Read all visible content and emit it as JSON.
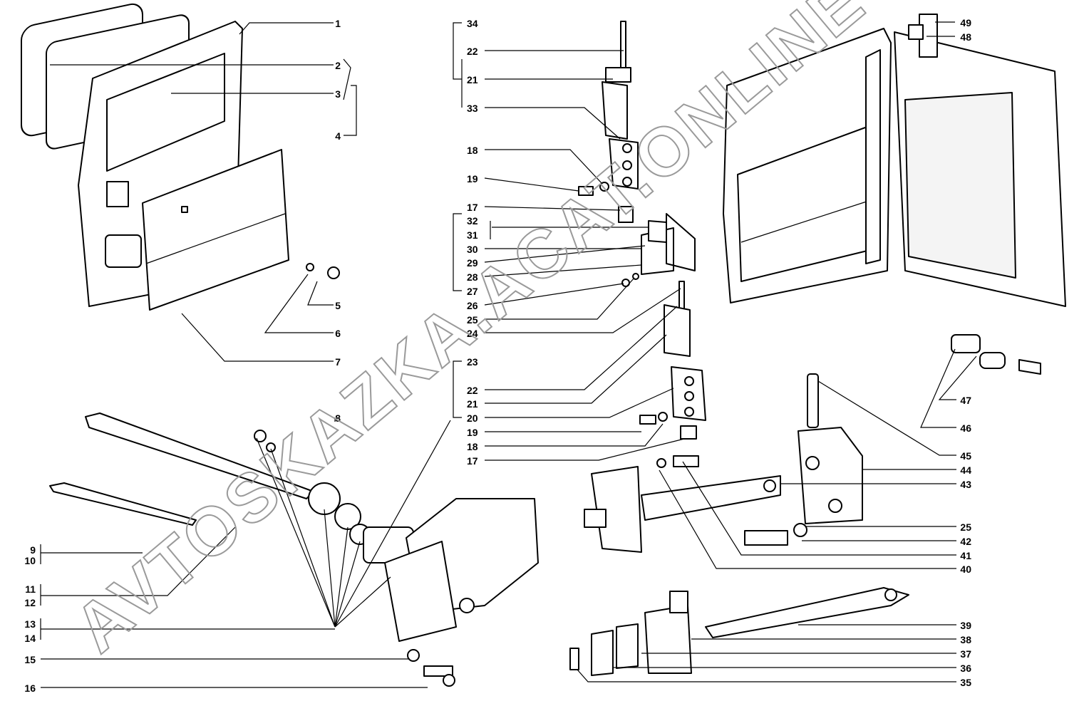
{
  "title": "Door, hinges, wiper motor and door check exploded view",
  "watermark": "AVTOSKAZKA.ACAT.ONLINE",
  "labels": [
    "1",
    "2",
    "3",
    "4",
    "5",
    "6",
    "7",
    "8",
    "9",
    "10",
    "11",
    "12",
    "13",
    "14",
    "15",
    "16",
    "34",
    "22",
    "21",
    "33",
    "18",
    "19",
    "17",
    "32",
    "31",
    "30",
    "29",
    "28",
    "27",
    "26",
    "25",
    "24",
    "23",
    "22",
    "21",
    "20",
    "19",
    "18",
    "17",
    "49",
    "48",
    "47",
    "46",
    "45",
    "44",
    "43",
    "25",
    "42",
    "41",
    "40",
    "39",
    "38",
    "37",
    "36",
    "35"
  ]
}
